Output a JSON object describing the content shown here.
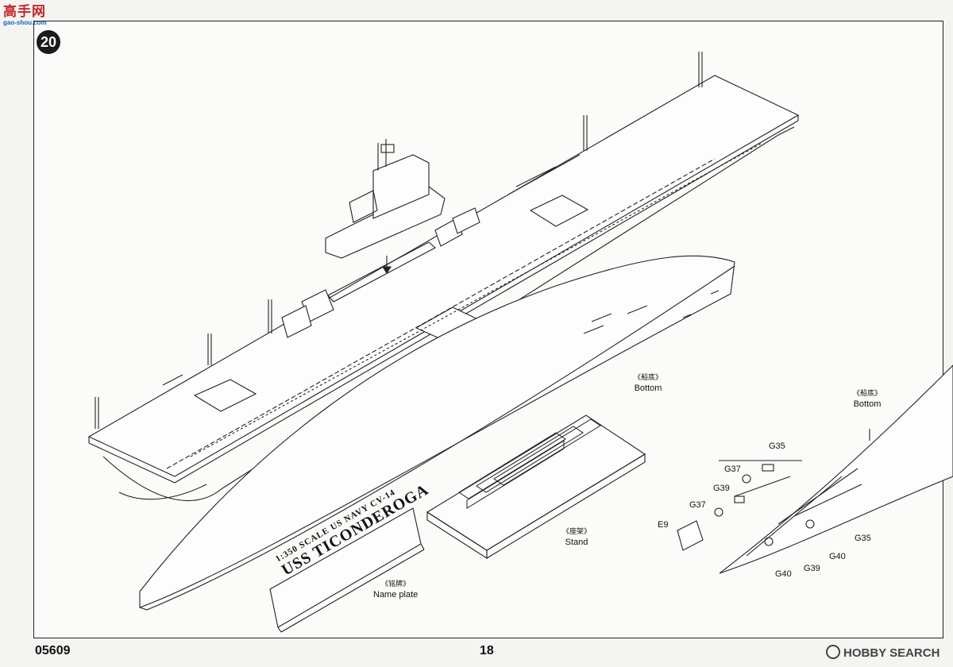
{
  "site_logo": {
    "text": "高手网",
    "url": "gao-shou.com"
  },
  "step_number": "20",
  "nameplate": {
    "line1": "1:350 SCALE US NAVY CV-14",
    "line2": "USS TICONDEROGA"
  },
  "labels": {
    "bottom_hull": {
      "cn": "《船底》",
      "en": "Bottom"
    },
    "bottom_detail": {
      "cn": "《船底》",
      "en": "Bottom"
    },
    "stand": {
      "cn": "《座架》",
      "en": "Stand"
    },
    "name_plate": {
      "cn": "《铭牌》",
      "en": "Name plate"
    }
  },
  "parts": [
    "G35",
    "G37",
    "G39",
    "G37",
    "E9",
    "G35",
    "G40",
    "G39",
    "G40"
  ],
  "footer": {
    "code": "05609",
    "page": "18"
  },
  "watermark": "HOBBY SEARCH"
}
